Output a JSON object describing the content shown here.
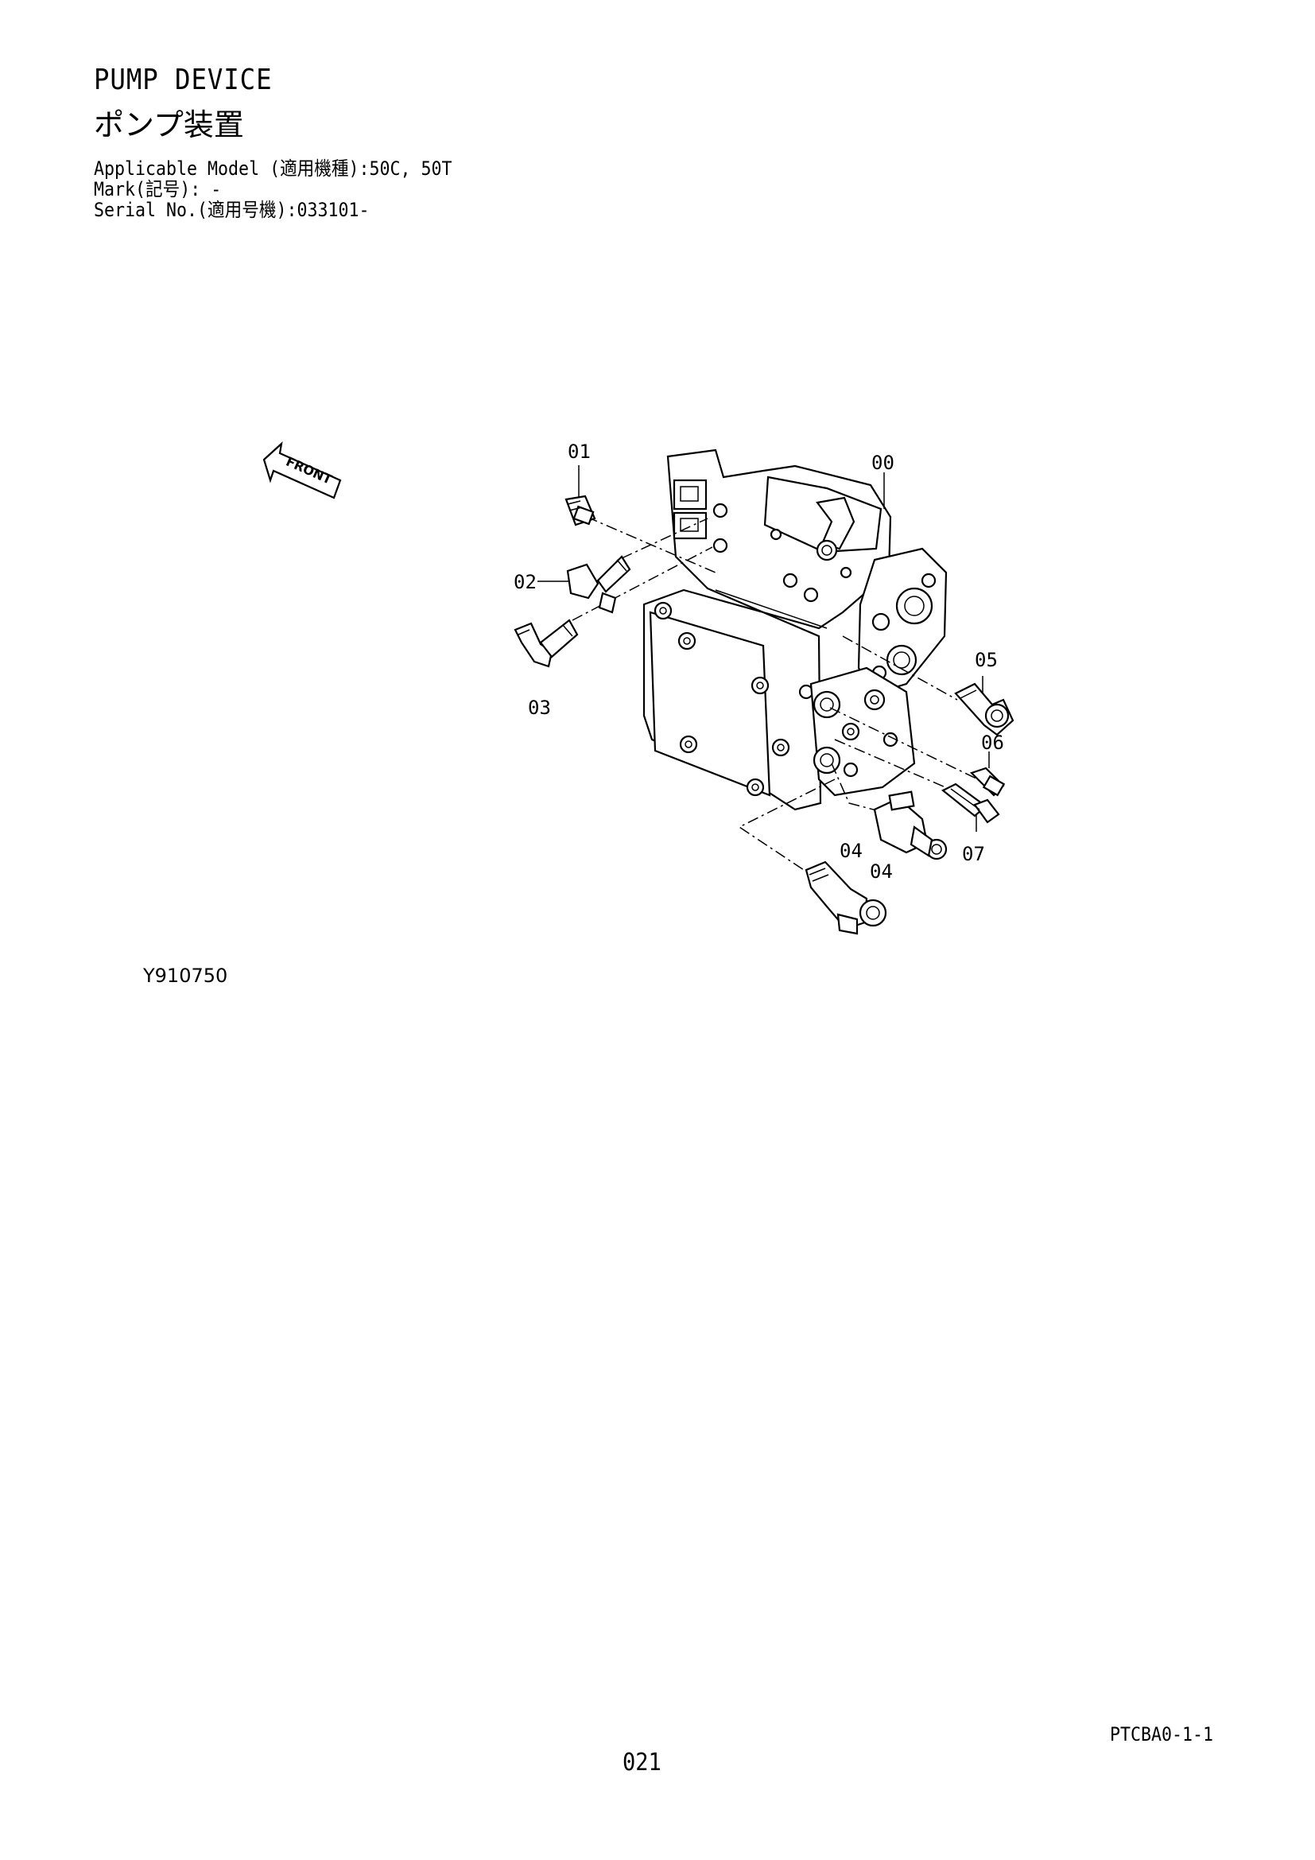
{
  "header": {
    "title_en": "PUMP DEVICE",
    "title_ja": "ポンプ装置",
    "applicable_model": "Applicable Model (適用機種):50C, 50T",
    "mark": "Mark(記号): -",
    "serial": "Serial No.(適用号機):033101-"
  },
  "diagram": {
    "front_label": "FRONT",
    "figure_id": "Y910750",
    "callouts": {
      "c00": "00",
      "c01": "01",
      "c02": "02",
      "c03": "03",
      "c04a": "04",
      "c04b": "04",
      "c05": "05",
      "c06": "06",
      "c07": "07"
    }
  },
  "footer": {
    "page_code": "PTCBA0-1-1",
    "page_number": "021"
  }
}
